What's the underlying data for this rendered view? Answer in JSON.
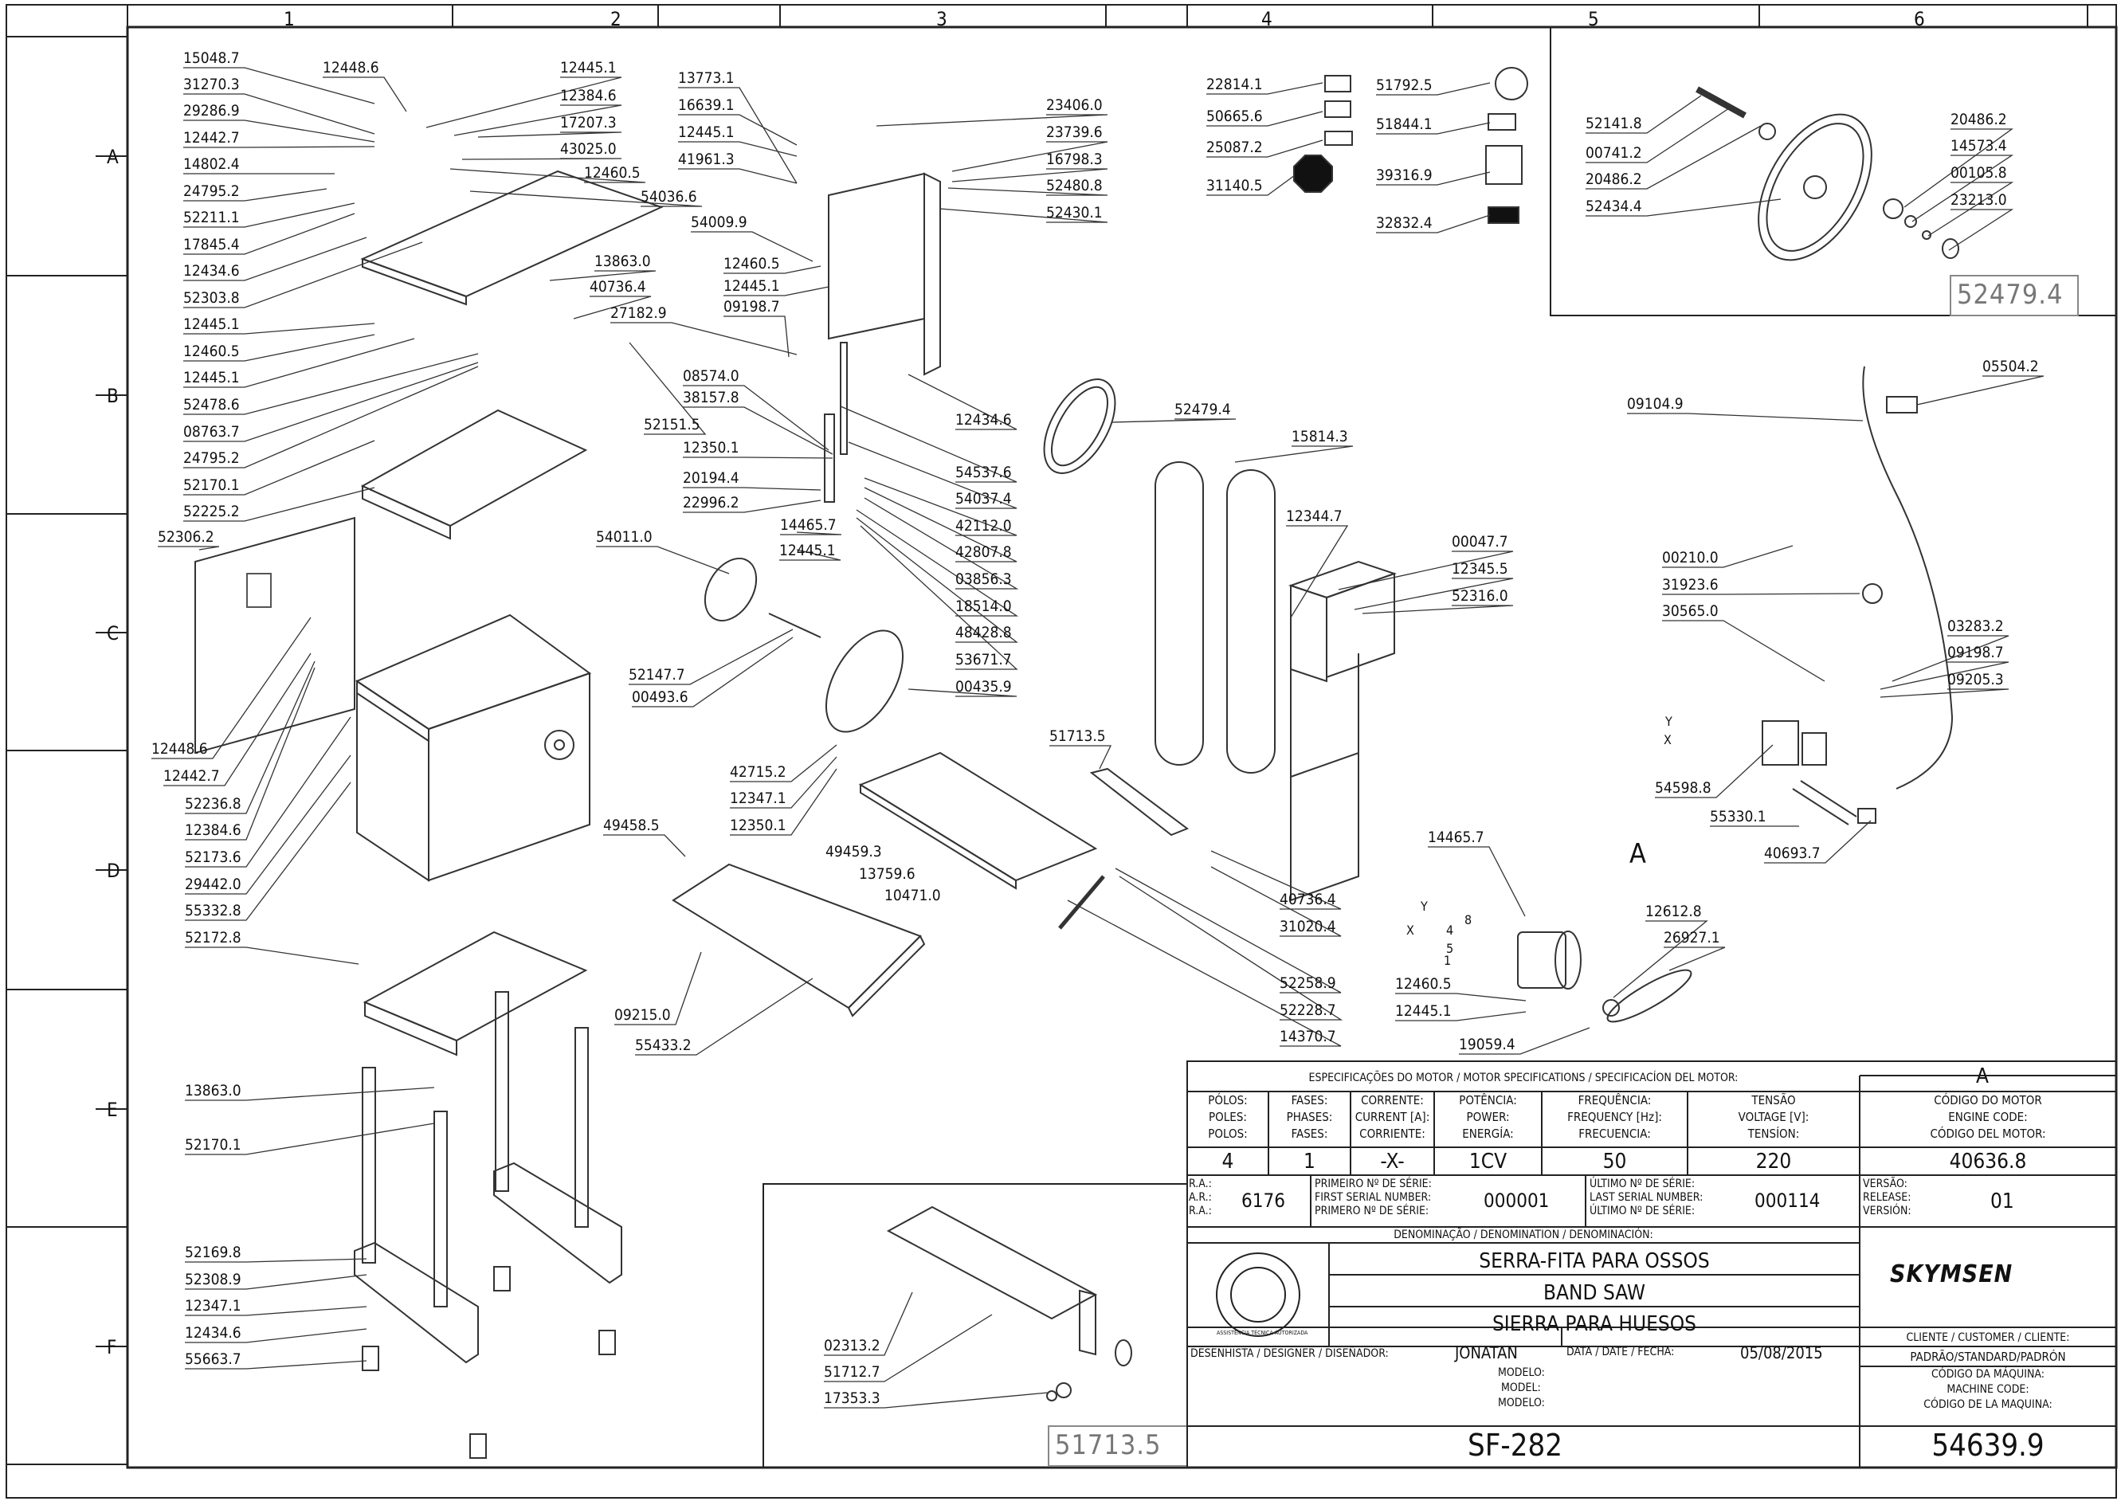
{
  "columns": [
    "1",
    "2",
    "3",
    "4",
    "5",
    "6"
  ],
  "rows": [
    "A",
    "B",
    "C",
    "D",
    "E",
    "F"
  ],
  "callouts": {
    "col1": [
      "15048.7",
      "31270.3",
      "29286.9",
      "12442.7",
      "14802.4",
      "24795.2",
      "52211.1",
      "17845.4",
      "12434.6",
      "52303.8",
      "12445.1",
      "12460.5",
      "12445.1",
      "52478.6",
      "08763.7",
      "24795.2",
      "52170.1",
      "52225.2",
      "52306.2",
      "12448.6",
      "12442.7",
      "52236.8",
      "12384.6",
      "52173.6",
      "29442.0",
      "55332.8",
      "52172.8",
      "13863.0",
      "52170.1",
      "52169.8",
      "52308.9",
      "12347.1",
      "12434.6",
      "55663.7"
    ],
    "col2": [
      "12448.6",
      "12445.1",
      "12384.6",
      "17207.3",
      "43025.0",
      "12460.5",
      "54036.6",
      "13863.0",
      "40736.4",
      "27182.9",
      "52151.5"
    ],
    "col3a": [
      "13773.1",
      "16639.1",
      "12445.1",
      "41961.3",
      "54009.9",
      "12460.5",
      "12445.1",
      "09198.7",
      "08574.0",
      "38157.8",
      "12350.1",
      "20194.4",
      "22996.2",
      "14465.7",
      "12445.1",
      "54011.0",
      "52147.7",
      "00493.6",
      "42715.2",
      "12347.1",
      "12350.1",
      "49458.5",
      "09215.0",
      "55433.2"
    ],
    "col3b": [
      "23406.0",
      "23739.6",
      "16798.3",
      "52480.8",
      "52430.1",
      "12434.6",
      "54537.6",
      "54037.4",
      "42112.0",
      "42807.8",
      "03856.3",
      "18514.0",
      "48428.8",
      "53671.7",
      "00435.9",
      "49459.3",
      "13759.6",
      "10471.0"
    ],
    "col4": [
      "22814.1",
      "50665.6",
      "25087.2",
      "31140.5",
      "52479.4",
      "51713.5",
      "52258.9",
      "52228.7",
      "14370.7",
      "15814.3",
      "12344.7",
      "00047.7",
      "12345.5",
      "52316.0",
      "40736.4",
      "31020.4"
    ],
    "col5": [
      "51792.5",
      "51844.1",
      "39316.9",
      "32832.4",
      "52141.8",
      "00741.2",
      "20486.2",
      "52434.4",
      "09104.9",
      "00210.0",
      "31923.6",
      "30565.0",
      "54598.8",
      "55330.1",
      "14465.7",
      "12460.5",
      "12445.1",
      "19059.4",
      "12612.8",
      "26927.1"
    ],
    "col6": [
      "20486.2",
      "14573.4",
      "00105.8",
      "23213.0",
      "05504.2",
      "03283.2",
      "09198.7",
      "09205.3",
      "40693.7"
    ],
    "detail_box_top_right": "52479.4",
    "detail_box_bottom_left": "51713.5",
    "detail_callouts": [
      "02313.2",
      "51712.7",
      "17353.3"
    ],
    "motor_letter": "A",
    "wire_labels": [
      "Y",
      "X",
      "Y",
      "X",
      "4",
      "8",
      "5",
      "1"
    ]
  },
  "motor_spec": {
    "title": "ESPECIFICAÇÕES DO MOTOR / MOTOR SPECIFICATIONS / SPECIFICACÍON DEL MOTOR:",
    "letter": "A",
    "headers": [
      [
        "PÓLOS:",
        "POLES:",
        "POLOS:"
      ],
      [
        "FASES:",
        "PHASES:",
        "FASES:"
      ],
      [
        "CORRENTE:",
        "CURRENT [A]:",
        "CORRIENTE:"
      ],
      [
        "POTÊNCIA:",
        "POWER:",
        "ENERGÍA:"
      ],
      [
        "FREQUÊNCIA:",
        "FREQUENCY [Hz]:",
        "FRECUENCIA:"
      ],
      [
        "TENSÃO",
        "VOLTAGE [V]:",
        "TENSÍON:"
      ],
      [
        "CÓDIGO DO MOTOR",
        "ENGINE CODE:",
        "CÓDIGO DEL MOTOR:"
      ]
    ],
    "values": [
      "4",
      "1",
      "-X-",
      "1CV",
      "50",
      "220",
      "40636.8"
    ]
  },
  "title_block": {
    "ra_labels": [
      "R.A.:",
      "A.R.:",
      "R.A.:"
    ],
    "ra_value": "6176",
    "first_serial_labels": [
      "PRIMEIRO Nº DE SÉRIE:",
      "FIRST SERIAL NUMBER:",
      "PRIMERO Nº DE SÉRIE:"
    ],
    "first_serial": "000001",
    "last_serial_labels": [
      "ÚLTIMO Nº DE SÉRIE:",
      "LAST SERIAL NUMBER:",
      "ÚLTIMO Nº DE SÉRIE:"
    ],
    "last_serial": "000114",
    "version_labels": [
      "VERSÃO:",
      "RELEASE:",
      "VERSIÓN:"
    ],
    "version": "01",
    "denomination_label": "DENOMINAÇÃO / DENOMINATION / DENOMINACIÓN:",
    "names": [
      "SERRA-FITA PARA OSSOS",
      "BAND SAW",
      "SIERRA PARA HUESOS"
    ],
    "brand": "SKYMSEN",
    "seal_text": "ASSISTÊNCIA TÉCNICA AUTORIZADA",
    "client_label": "CLIENTE / CUSTOMER / CLIENTE:",
    "client_value": "PADRÃO/STANDARD/PADRÓN",
    "designer_label": "DESENHISTA / DESIGNER / DISEÑADOR:",
    "designer": "JONATAN",
    "date_label": "DATA / DATE / FECHA:",
    "date": "05/08/2015",
    "model_labels": [
      "MODELO:",
      "MODEL:",
      "MODELO:"
    ],
    "model": "SF-282",
    "machine_code_labels": [
      "CÓDIGO DA MÁQUINA:",
      "MACHINE CODE:",
      "CÓDIGO DE LA MAQUINA:"
    ],
    "machine_code": "54639.9"
  }
}
